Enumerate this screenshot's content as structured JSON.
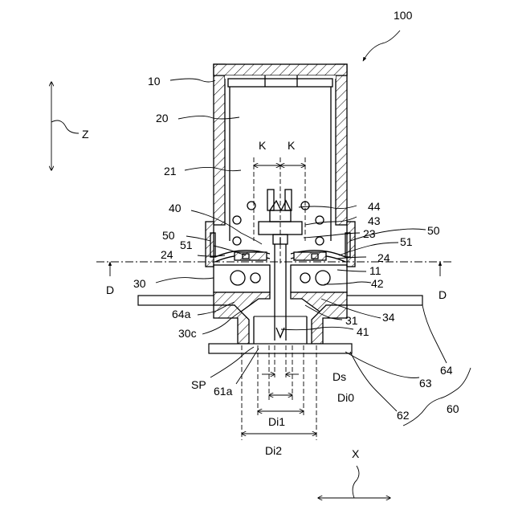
{
  "labels": {
    "l100": "100",
    "l10": "10",
    "l20": "20",
    "l21": "21",
    "z": "Z",
    "k1": "K",
    "k2": "K",
    "l44": "44",
    "l40": "40",
    "l43": "43",
    "l50a": "50",
    "l50b": "50",
    "l23": "23",
    "l51a": "51",
    "l51b": "51",
    "l24a": "24",
    "l24b": "24",
    "l11": "11",
    "d1": "D",
    "d2": "D",
    "l30": "30",
    "l42": "42",
    "l64a": "64a",
    "l34": "34",
    "l30c": "30c",
    "l31": "31",
    "l41": "41",
    "l64": "64",
    "sp": "SP",
    "l61a": "61a",
    "ds": "Ds",
    "l63": "63",
    "di0": "Di0",
    "l62": "62",
    "l60": "60",
    "di1": "Di1",
    "di2": "Di2",
    "x": "X"
  }
}
